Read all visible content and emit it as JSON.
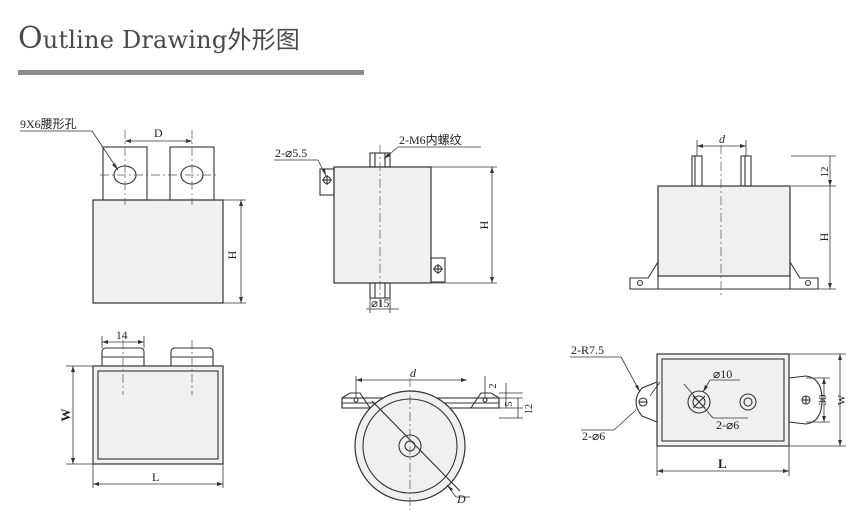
{
  "title": {
    "first_letter": "O",
    "rest": "utline Drawing",
    "chinese": "外形图"
  },
  "labels": {
    "slot_hole": "9X6腰形孔",
    "d_upper": "D",
    "h_1": "H",
    "m6_thread": "2-M6内螺纹",
    "dia_5_5": "2-⌀5.5",
    "h_2": "H",
    "dia_15": "⌀15",
    "d_lower": "d",
    "h_3": "H",
    "dim_12_right": "12",
    "dim_14": "14",
    "w_left": "W",
    "l_bottom_left": "L",
    "d_mid": "d",
    "dim_2": "2",
    "dim_5": "5",
    "dim_12_mid": "12",
    "d_circle": "D",
    "r7_5": "2-R7.5",
    "dia_10": "⌀10",
    "dia_6_right": "2-⌀6",
    "dia_6_left": "2-⌀6",
    "dim_30": "30",
    "w_right": "W",
    "l_bottom_right": "L"
  }
}
